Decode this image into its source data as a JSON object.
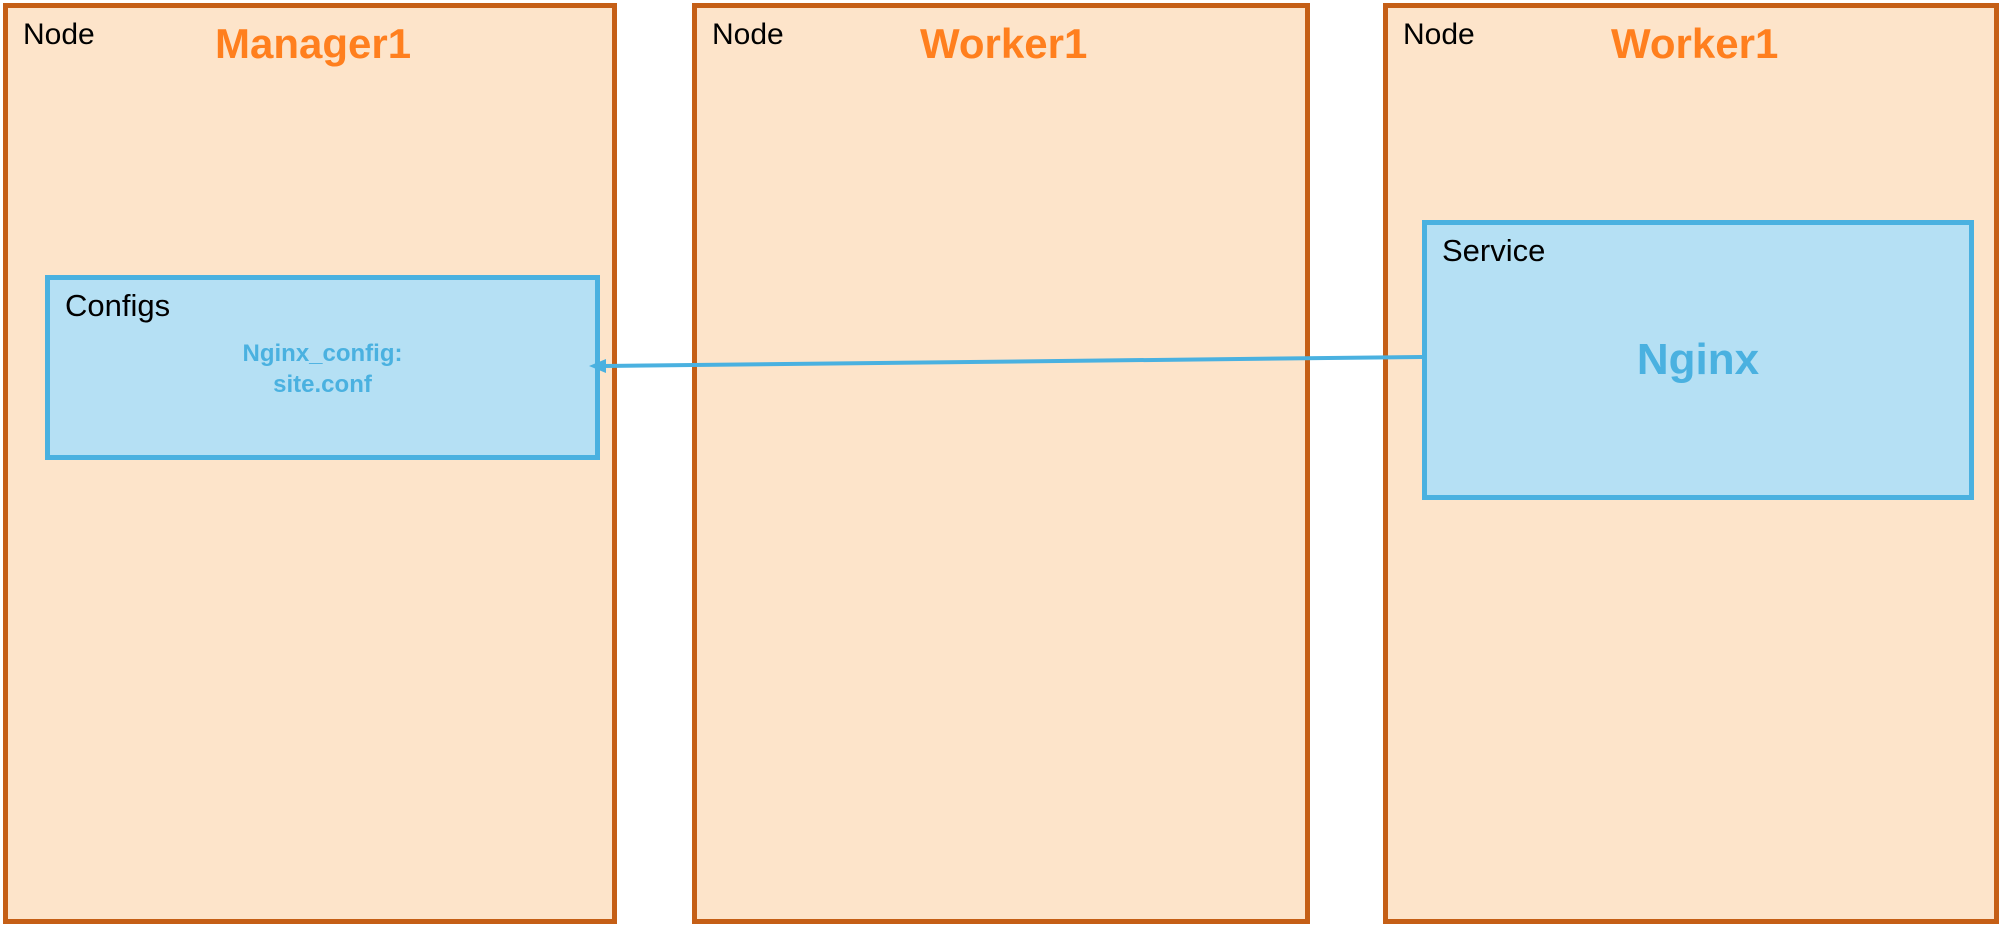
{
  "nodes": [
    {
      "label": "Node",
      "title": "Manager1"
    },
    {
      "label": "Node",
      "title": "Worker1"
    },
    {
      "label": "Node",
      "title": "Worker1"
    }
  ],
  "configs": {
    "label": "Configs",
    "line1": "Nginx_config:",
    "line2": "site.conf"
  },
  "service": {
    "label": "Service",
    "name": "Nginx"
  },
  "colors": {
    "node_fill": "#fde4ca",
    "node_border": "#c55f16",
    "node_title": "#ff7f1e",
    "box_fill": "#b5e0f4",
    "box_border": "#4ab1e0"
  }
}
